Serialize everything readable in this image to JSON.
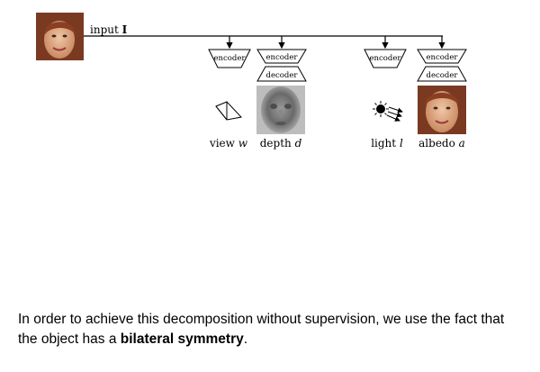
{
  "diagram": {
    "input_label_text": "input ",
    "input_label_symbol": "I",
    "encoder_label": "encoder",
    "decoder_label": "decoder",
    "outputs": [
      {
        "name": "view",
        "symbol": "w"
      },
      {
        "name": "depth",
        "symbol": "d"
      },
      {
        "name": "light",
        "symbol": "l"
      },
      {
        "name": "albedo",
        "symbol": "a"
      }
    ]
  },
  "caption": {
    "before": "In order to achieve this decomposition without supervision, we use the fact that the object has a ",
    "bold": "bilateral symmetry",
    "after": "."
  },
  "colors": {
    "line": "#000000",
    "face_skin": "#d9a07a",
    "hair": "#8a3f22",
    "depth_bg": "#b0b0b0"
  },
  "icons": [
    "camera-icon",
    "sun-light-icon"
  ]
}
